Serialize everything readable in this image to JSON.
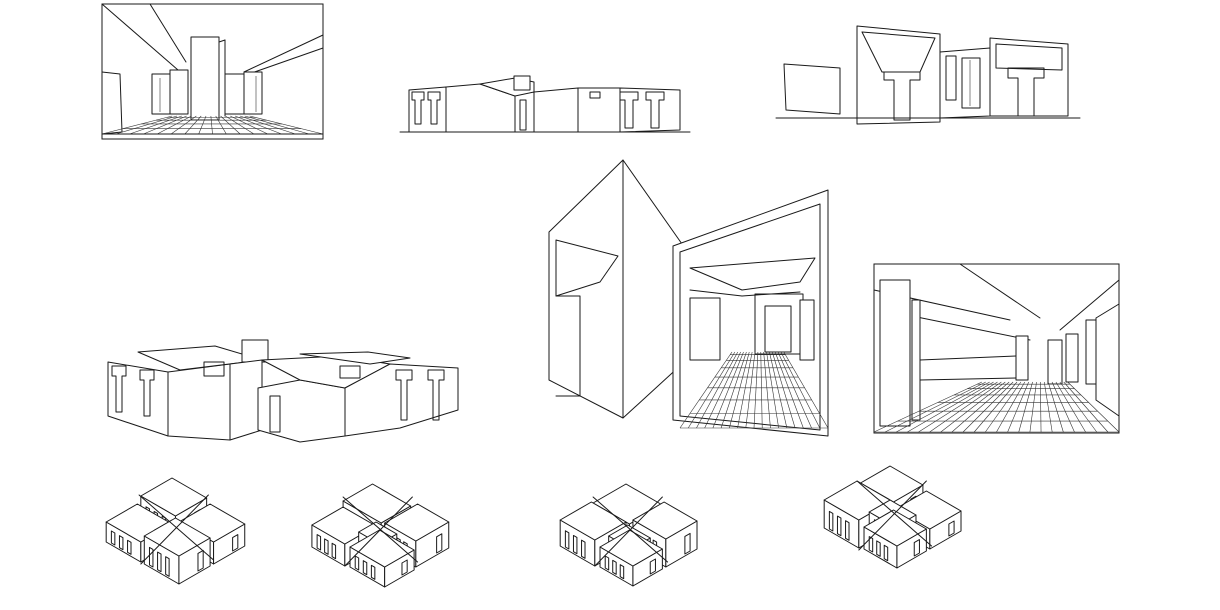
{
  "sheet": {
    "background": "#ffffff",
    "line_color": "#1a1a1a",
    "drawings": [
      {
        "kind": "interior-perspective",
        "view": "central-corridor"
      },
      {
        "kind": "exterior-elevation",
        "view": "low-angle-long"
      },
      {
        "kind": "exterior-elevation",
        "view": "cutaway-walls"
      },
      {
        "kind": "exterior-perspective",
        "view": "three-quarter"
      },
      {
        "kind": "sectional-perspective",
        "view": "cut-corner-interior"
      },
      {
        "kind": "interior-perspective",
        "view": "side-gallery"
      },
      {
        "kind": "axonometric",
        "view": "variant-1"
      },
      {
        "kind": "axonometric",
        "view": "variant-2"
      },
      {
        "kind": "axonometric",
        "view": "variant-3"
      },
      {
        "kind": "axonometric",
        "view": "variant-4"
      }
    ]
  }
}
